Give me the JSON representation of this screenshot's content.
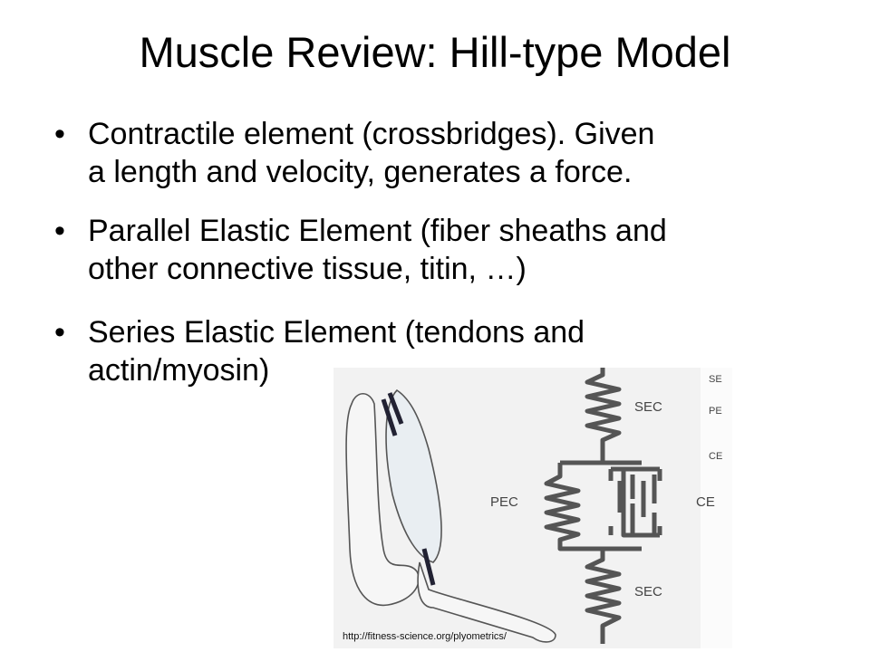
{
  "title": "Muscle Review: Hill-type Model",
  "bullets": [
    {
      "line1": "Contractile element (crossbridges). Given",
      "line2": "a length and velocity, generates a force."
    },
    {
      "line1": "Parallel Elastic Element (fiber sheaths and",
      "line2": "other connective tissue, titin, …)"
    },
    {
      "line1": "Series Elastic Element (tendons and",
      "line2": "actin/myosin)"
    }
  ],
  "figure": {
    "labels": {
      "sec_top": "SEC",
      "pec": "PEC",
      "ce": "CE",
      "sec_bottom": "SEC"
    },
    "side_labels": [
      "SE",
      "PE",
      "CE"
    ],
    "credit": "http://fitness-science.org/plyometrics/"
  }
}
